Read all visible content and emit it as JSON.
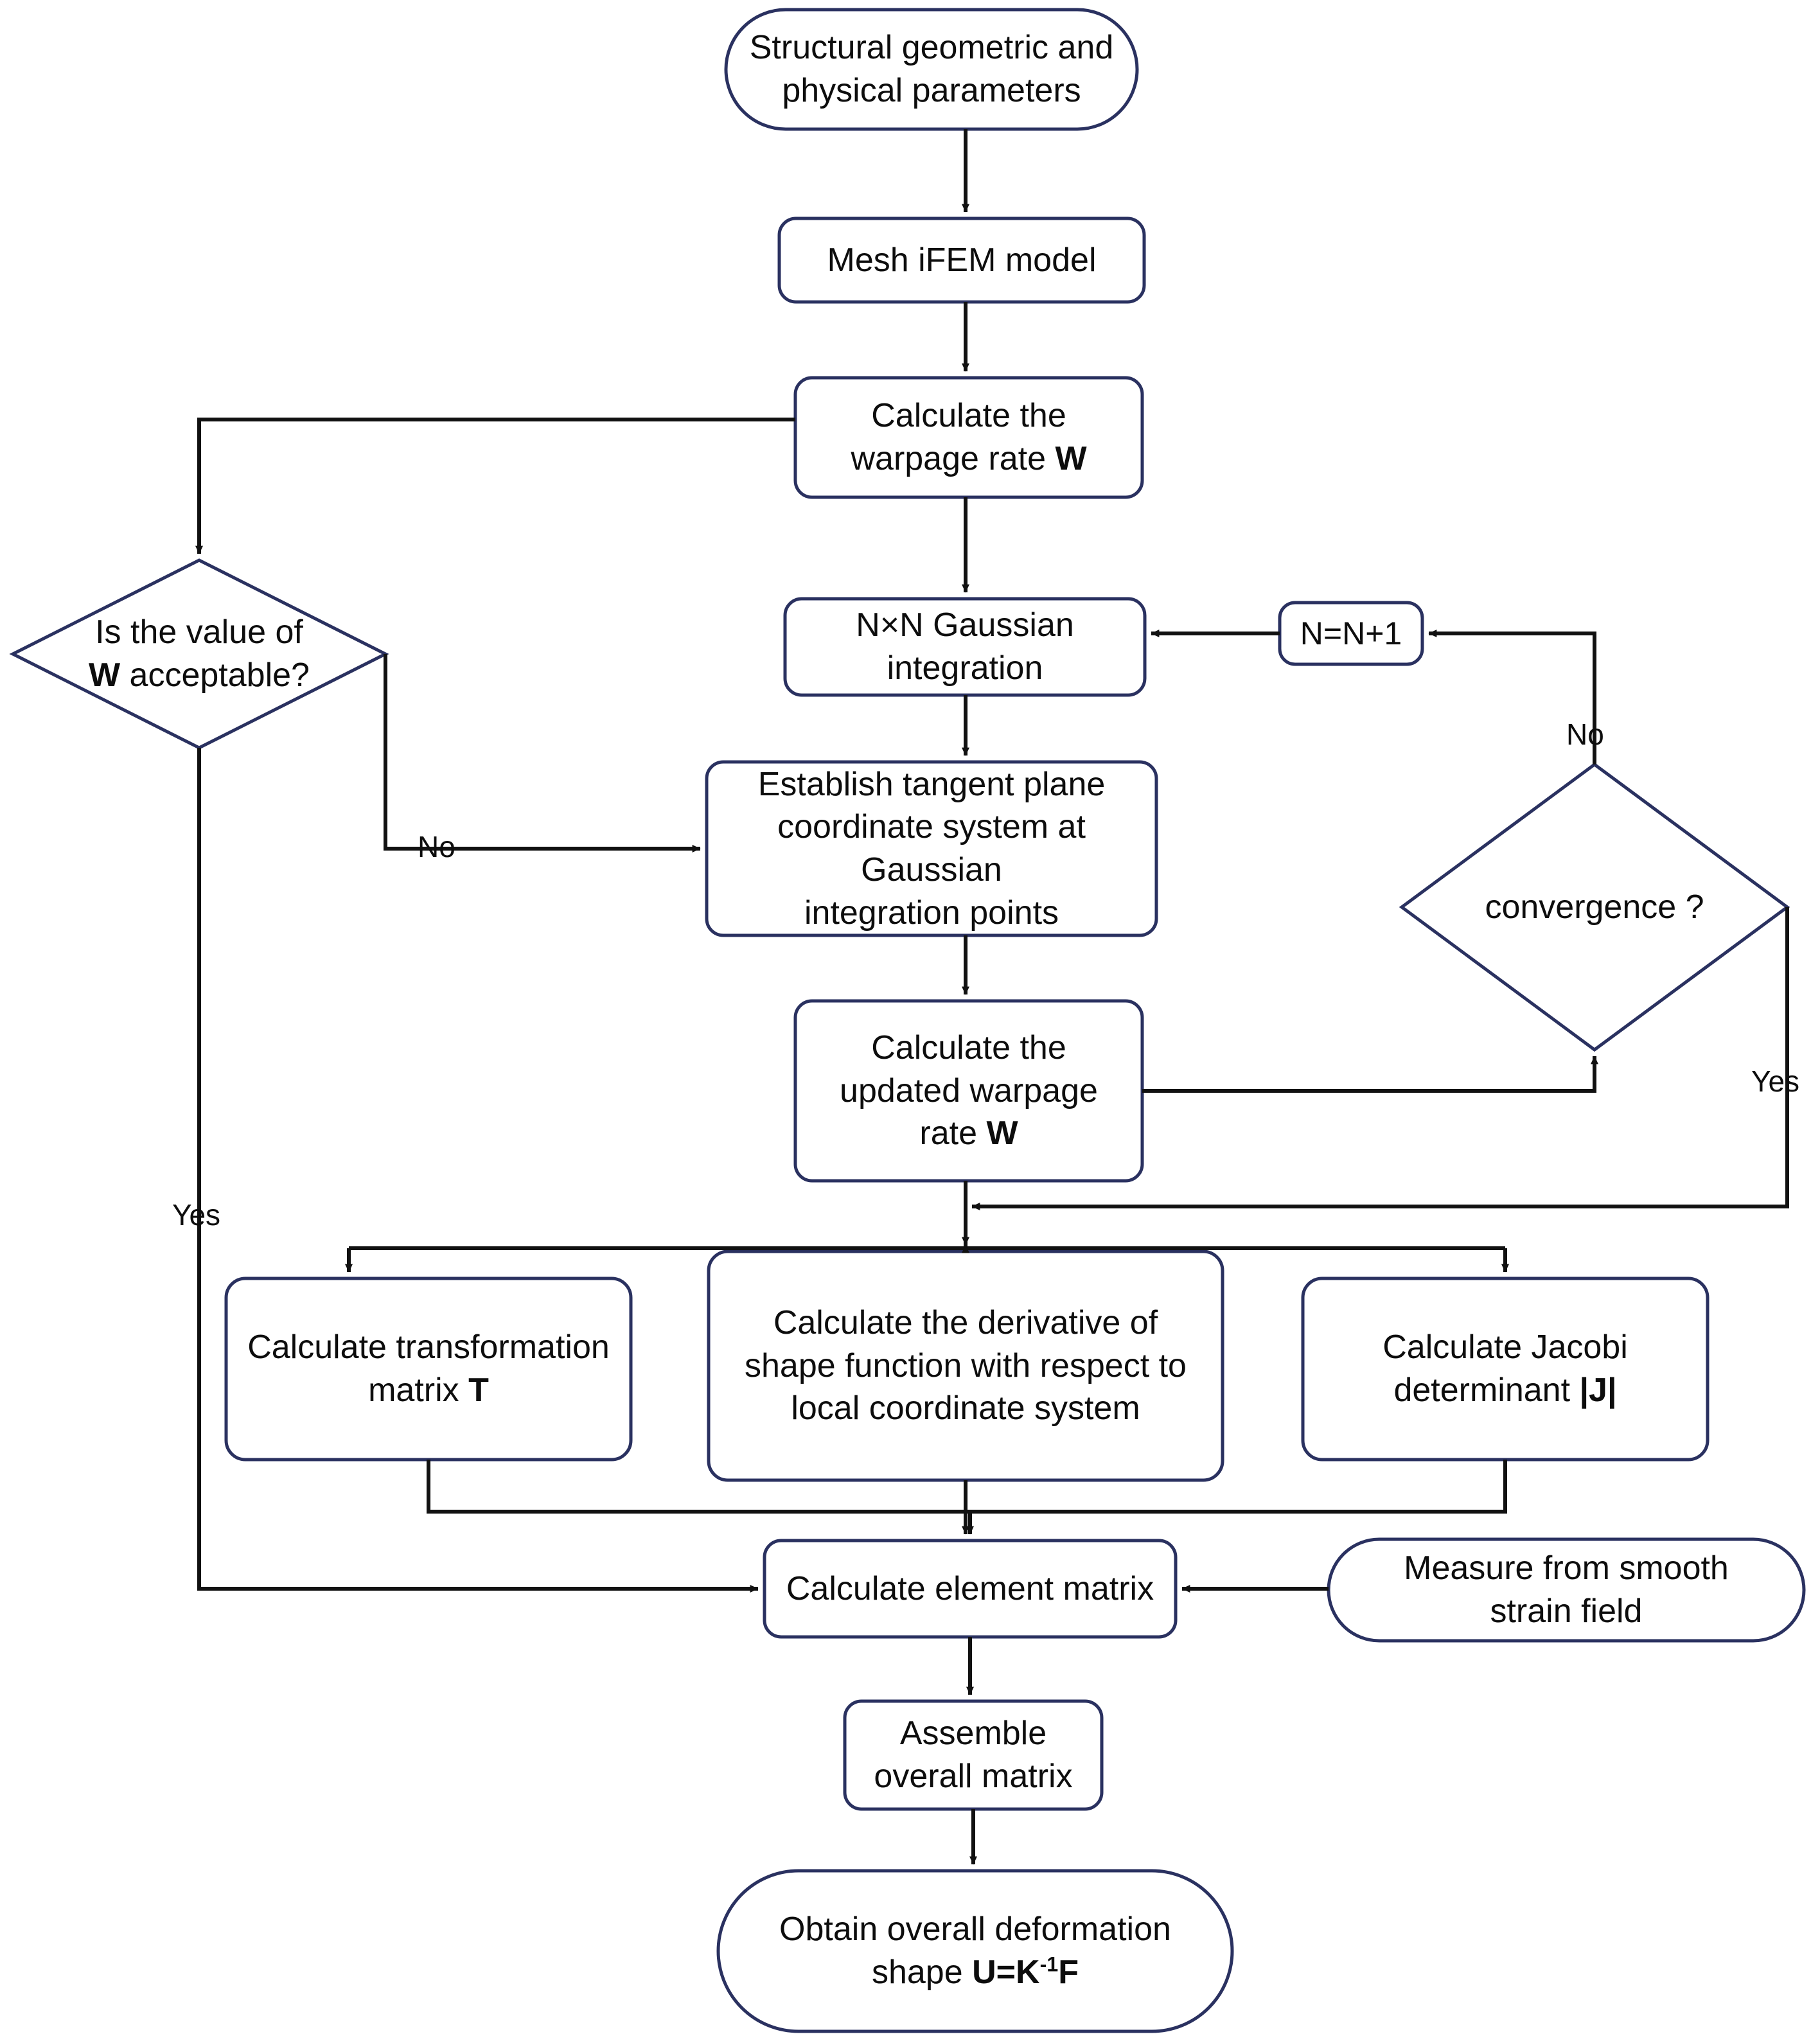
{
  "diagram": {
    "title": "iFEM warpage-rate computation flowchart",
    "stroke_color": "#2a3160",
    "arrow_color": "#111111",
    "fill_color": "#ffffff",
    "text_color": "#0d0d0d"
  },
  "nodes": {
    "start": {
      "label": "Structural geometric and\nphysical parameters",
      "shape": "stadium"
    },
    "mesh": {
      "label": "Mesh iFEM model",
      "shape": "rounded-rect"
    },
    "calc_warpage": {
      "label": "Calculate the\nwarpage rate ",
      "emphasis": "W",
      "shape": "rounded-rect"
    },
    "decision_w": {
      "label": "Is the value of\n",
      "emphasis": "W",
      "label_tail": " acceptable?",
      "shape": "diamond"
    },
    "gauss": {
      "label": "N×N Gaussian\nintegration",
      "shape": "rounded-rect"
    },
    "n_increment": {
      "label": "N=N+1",
      "shape": "rounded-rect"
    },
    "tangent_plane": {
      "label": "Establish tangent plane\ncoordinate system at  Gaussian\nintegration points",
      "shape": "rounded-rect"
    },
    "convergence": {
      "label": "convergence ?",
      "shape": "diamond"
    },
    "updated_warpage": {
      "label": "Calculate the\nupdated warpage\nrate ",
      "emphasis": "W",
      "shape": "rounded-rect"
    },
    "transform_matrix": {
      "label": "Calculate transformation\nmatrix ",
      "emphasis": "T",
      "shape": "rounded-rect"
    },
    "shape_derivative": {
      "label": "Calculate the derivative of\nshape function with respect to\nlocal coordinate system",
      "shape": "rounded-rect"
    },
    "jacobi": {
      "label": "Calculate  Jacobi\ndeterminant ",
      "emphasis": "|J|",
      "shape": "rounded-rect"
    },
    "element_matrix": {
      "label": "Calculate element matrix",
      "shape": "rounded-rect"
    },
    "measure_strain": {
      "label": "Measure from  smooth\nstrain field",
      "shape": "stadium"
    },
    "assemble": {
      "label": "Assemble\noverall matrix",
      "shape": "rounded-rect"
    },
    "obtain": {
      "label": "Obtain overall deformation\nshape ",
      "emphasis": "U=K",
      "exponent": "-1",
      "emphasis_tail": "F",
      "shape": "stadium"
    }
  },
  "edge_labels": {
    "no_left": "No",
    "yes_left": "Yes",
    "no_right": "No",
    "yes_right": "Yes"
  }
}
